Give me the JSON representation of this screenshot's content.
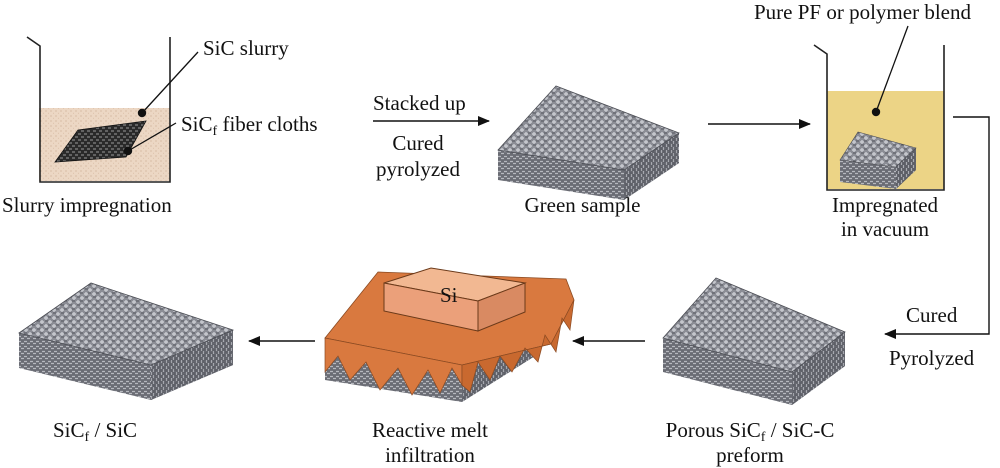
{
  "labels": {
    "sic_slurry": "SiC slurry",
    "fiber_cloths_pre": "SiC",
    "fiber_cloths_sub": "f",
    "fiber_cloths_post": " fiber cloths",
    "slurry_impregnation": "Slurry impregnation",
    "stacked_up": "Stacked up",
    "cured_pyrolyzed_1": "Cured",
    "cured_pyrolyzed_2": "pyrolyzed",
    "green_sample": "Green sample",
    "pure_pf": "Pure PF or polymer blend",
    "impregnated_1": "Impregnated",
    "impregnated_2": "in vacuum",
    "cured": "Cured",
    "pyrolyzed": "Pyrolyzed",
    "porous_pre": "Porous SiC",
    "porous_sub": "f",
    "porous_post": " / SiC-C",
    "preform": "preform",
    "si": "Si",
    "reactive_1": "Reactive melt",
    "reactive_2": "infiltration",
    "final_pre": "SiC",
    "final_sub": "f",
    "final_post": " / SiC"
  },
  "colors": {
    "slurry": "#ecd7c4",
    "resin": "#ecd486",
    "molten_si": "#d9793f",
    "si_block": "#eba07a",
    "stack_top": "#8a8c93",
    "stack_side": "#6c6e76"
  }
}
